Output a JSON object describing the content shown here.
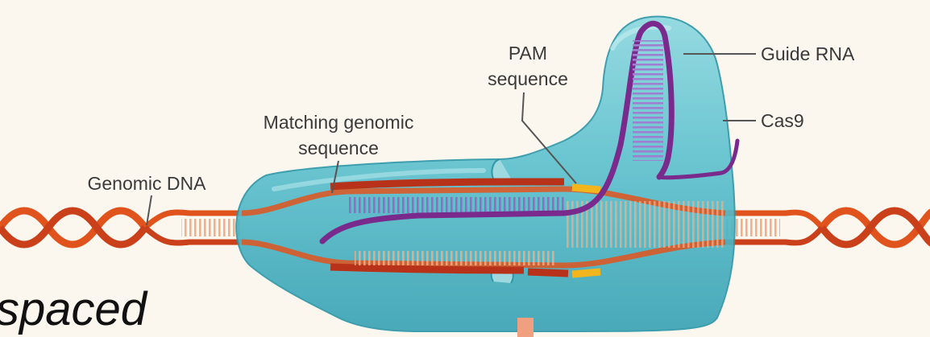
{
  "labels": {
    "genomic_dna": "Genomic DNA",
    "matching_line1": "Matching genomic",
    "matching_line2": "sequence",
    "pam_line1": "PAM",
    "pam_line2": "sequence",
    "guide_rna": "Guide RNA",
    "cas9": "Cas9"
  },
  "overlay_text": "spaced",
  "colors": {
    "background": "#fbf7ef",
    "dna_strand": "#e0531c",
    "dna_strand_dark": "#b8321a",
    "dna_rungs": "#f2b08a",
    "cas9_body": "#5fc2cf",
    "cas9_outline": "#2f97a8",
    "guide_rna": "#7a2a8c",
    "pam": "#f2b51c",
    "leader_lines": "#555555"
  }
}
